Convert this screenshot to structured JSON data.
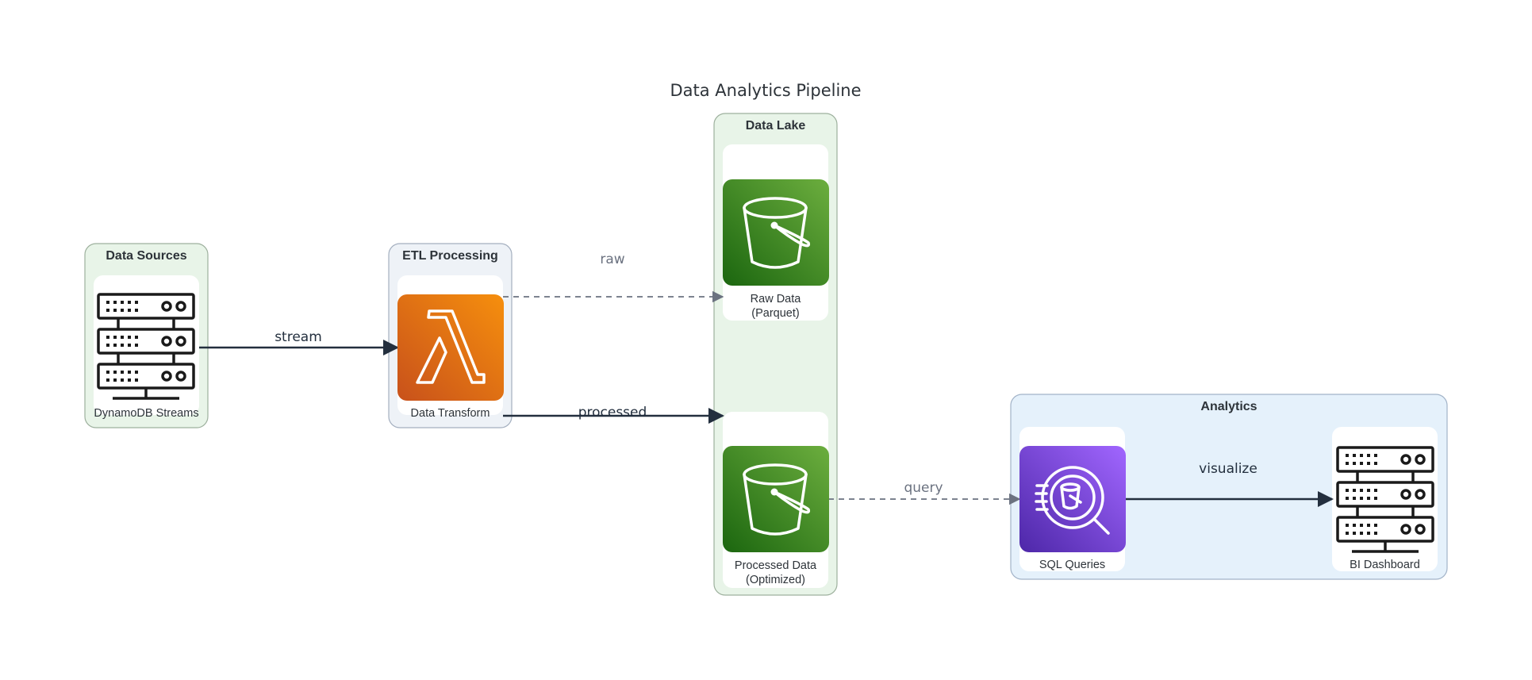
{
  "title": "Data Analytics Pipeline",
  "groups": {
    "data_sources": "Data Sources",
    "etl": "ETL Processing",
    "data_lake": "Data Lake",
    "analytics": "Analytics"
  },
  "nodes": {
    "dynamodb_streams": {
      "label": "DynamoDB Streams",
      "icon": "server-rack-icon"
    },
    "data_transform": {
      "label": "Data Transform",
      "icon": "lambda-icon",
      "color": "#e9700f"
    },
    "raw_data": {
      "label_line1": "Raw Data",
      "label_line2": "(Parquet)",
      "icon": "s3-bucket-icon",
      "color": "#3f8624"
    },
    "processed_data": {
      "label_line1": "Processed Data",
      "label_line2": "(Optimized)",
      "icon": "s3-bucket-icon",
      "color": "#3f8624"
    },
    "sql_queries": {
      "label": "SQL Queries",
      "icon": "athena-icon",
      "color": "#6a3ed2"
    },
    "bi_dashboard": {
      "label": "BI Dashboard",
      "icon": "server-rack-icon"
    }
  },
  "edges": {
    "stream": "stream",
    "raw": "raw",
    "processed": "processed",
    "query": "query",
    "visualize": "visualize"
  },
  "colors": {
    "group_green": "#e8f4e8",
    "group_gray": "#eef2f7",
    "group_blue": "#e5f1fb",
    "solid_edge": "#232f3e",
    "dashed_edge": "#6b7280"
  }
}
